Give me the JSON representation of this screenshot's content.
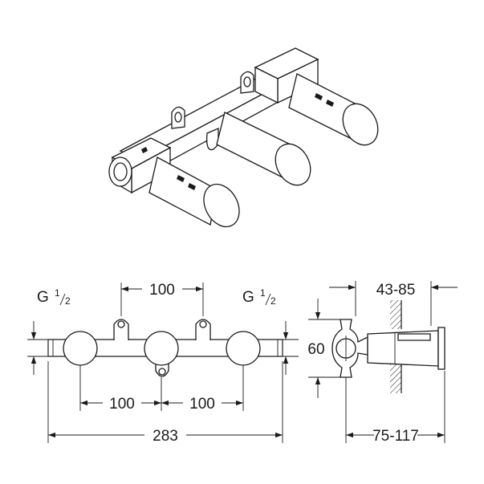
{
  "front_view": {
    "thread_left_main": "G",
    "thread_left_frac_num": "1",
    "thread_left_frac_den": "2",
    "thread_right_main": "G",
    "thread_right_frac_num": "1",
    "thread_right_frac_den": "2",
    "dim_top_spacing": "100",
    "dim_bottom_left": "100",
    "dim_bottom_right": "100",
    "dim_overall": "283"
  },
  "side_view": {
    "dim_wall_depth": "43-85",
    "dim_height": "60",
    "dim_projection": "75-117"
  }
}
